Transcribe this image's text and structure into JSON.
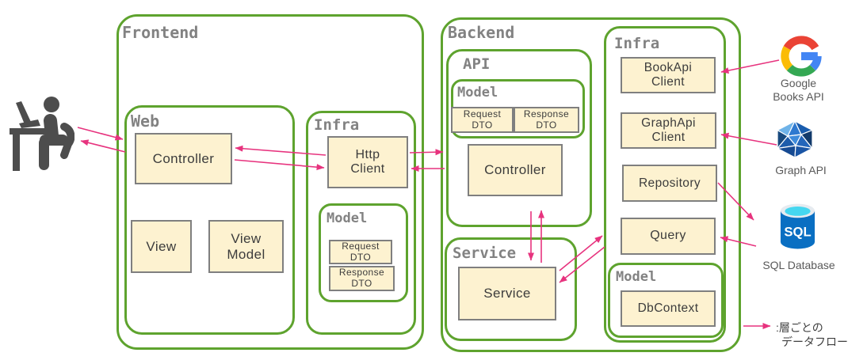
{
  "colors": {
    "container_border": "#5ea32e",
    "box_fill": "#fdf2d0",
    "box_border": "#7f7f7f",
    "arrow_pink": "#e7337e",
    "container_label_gray": "#828282",
    "box_text": "#3c3c3c",
    "external_label_gray": "#595959",
    "person_gray": "#4d4d4d",
    "google_red": "#EA4335",
    "google_yellow": "#FBBC05",
    "google_green": "#34A853",
    "google_blue": "#4285F4",
    "graph_blue": "#2e79d0",
    "sql_body_blue": "#0a6fc2",
    "sql_top_cyan": "#45d7f0"
  },
  "icons": {
    "user": "person-at-desk-icon",
    "google": "google-g-logo-icon",
    "graph": "graph-api-polyhedron-icon",
    "sql": "sql-database-cylinder-icon",
    "arrow": "data-flow-arrow"
  },
  "frontend": {
    "label": "Frontend",
    "web": {
      "label": "Web",
      "controller": "Controller",
      "view": "View",
      "view_model": "View\nModel"
    },
    "infra": {
      "label": "Infra",
      "http_client": "Http\nClient",
      "model": {
        "label": "Model",
        "request_dto": "Request\nDTO",
        "response_dto": "Response\nDTO"
      }
    }
  },
  "backend": {
    "label": "Backend",
    "api": {
      "label": "API",
      "model": {
        "label": "Model",
        "request_dto": "Request\nDTO",
        "response_dto": "Response\nDTO"
      },
      "controller": "Controller"
    },
    "service": {
      "label": "Service",
      "service": "Service"
    },
    "infra": {
      "label": "Infra",
      "book_api_client": "BookApi\nClient",
      "graph_api_client": "GraphApi\nClient",
      "repository": "Repository",
      "query": "Query",
      "model": {
        "label": "Model",
        "db_context": "DbContext"
      }
    }
  },
  "externals": {
    "google_books": {
      "label": "Google\nBooks API"
    },
    "graph_api": {
      "label": "Graph API"
    },
    "sql_database": {
      "label": "SQL Database",
      "icon_text": "SQL"
    }
  },
  "legend": {
    "line1": ":層ごとの",
    "line2": "データフロー"
  }
}
